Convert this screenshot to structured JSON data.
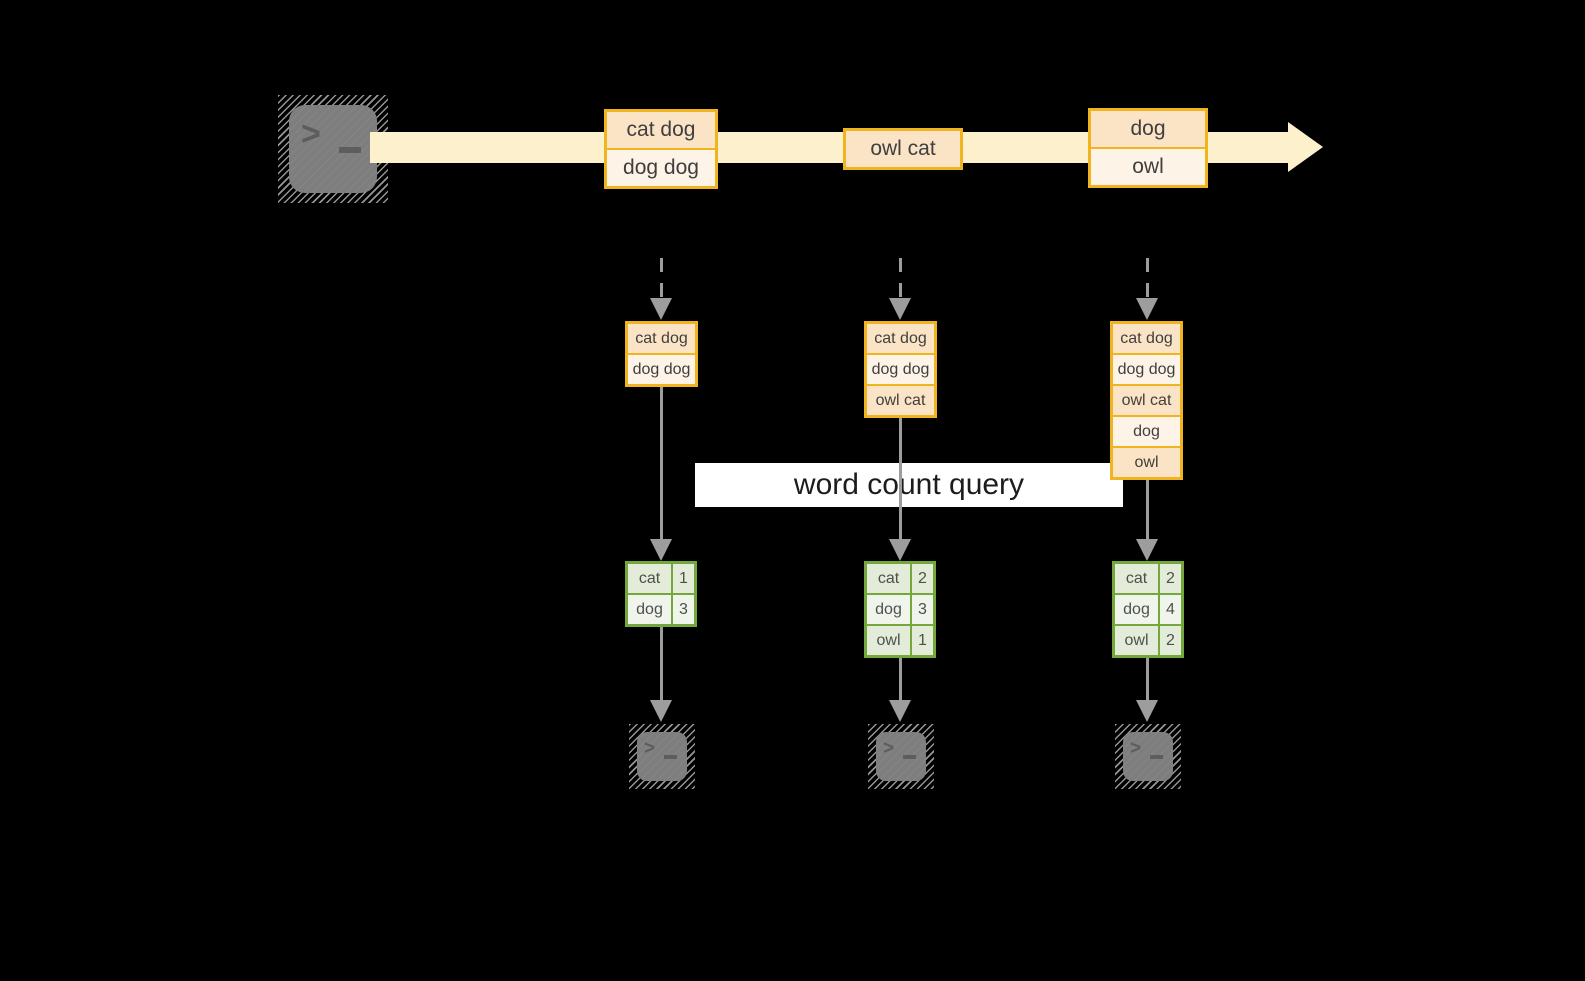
{
  "banner": {
    "label": "word count query"
  },
  "stream": {
    "batches": [
      {
        "messages": [
          "cat dog",
          "dog dog"
        ]
      },
      {
        "messages": [
          "owl cat"
        ]
      },
      {
        "messages": [
          "dog",
          "owl"
        ]
      }
    ]
  },
  "columns": [
    {
      "input": [
        "cat dog",
        "dog dog"
      ],
      "counts": [
        {
          "word": "cat",
          "value": "1"
        },
        {
          "word": "dog",
          "value": "3"
        }
      ]
    },
    {
      "input": [
        "cat dog",
        "dog dog",
        "owl cat"
      ],
      "counts": [
        {
          "word": "cat",
          "value": "2"
        },
        {
          "word": "dog",
          "value": "3"
        },
        {
          "word": "owl",
          "value": "1"
        }
      ]
    },
    {
      "input": [
        "cat dog",
        "dog dog",
        "owl cat",
        "dog",
        "owl"
      ],
      "counts": [
        {
          "word": "cat",
          "value": "2"
        },
        {
          "word": "dog",
          "value": "4"
        },
        {
          "word": "owl",
          "value": "2"
        }
      ]
    }
  ],
  "icons": {
    "source": "terminal-icon",
    "sinks": [
      "terminal-icon",
      "terminal-icon",
      "terminal-icon"
    ]
  },
  "colors": {
    "background": "#000000",
    "stream_arrow": "#fdf1cd",
    "box_border": "#f0b41f",
    "box_fill_dark": "#fbe3c5",
    "box_fill_light": "#fdf3e7",
    "table_border": "#74a73c",
    "table_fill_dark": "#e3ecd8",
    "table_fill_light": "#f0f5eb",
    "connector_gray": "#9d9d9d",
    "terminal_gray": "#7e7e7e",
    "banner_bg": "#ffffff",
    "banner_text": "#1c1c1c"
  }
}
